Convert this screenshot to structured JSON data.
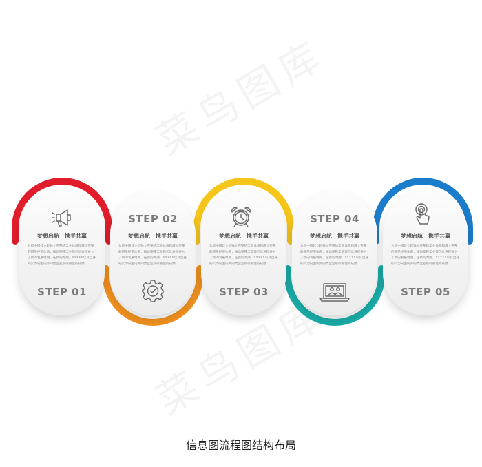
{
  "steps": [
    {
      "step_label": "STEP 01",
      "title": "梦想启航　携手共赢",
      "body": "为新中国建立起独立完整的工业体系和成立完整的国民经济体系，推动钢铁工业现代化进程进入了新的发展时期，在新的时期，XXXXX以其自身的实力向国内外同类企业取得最佳的成绩",
      "color": "#e11d2b",
      "icon": "megaphone-icon"
    },
    {
      "step_label": "STEP 02",
      "title": "梦想启航　携手共赢",
      "body": "为新中国建立起独立完整的工业体系和成立完整的国民经济体系，推动钢铁工业现代化进程进入了新的发展时期，在新的时期，XXXXX以其自身的实力向国内外同类企业取得最佳的成绩",
      "color": "#f0901e",
      "icon": "gear-check-icon"
    },
    {
      "step_label": "STEP 03",
      "title": "梦想启航　携手共赢",
      "body": "为新中国建立起独立完整的工业体系和成立完整的国民经济体系，推动钢铁工业现代化进程进入了新的发展时期，在新的时期，XXXXX以其自身的实力向国内外同类企业取得最佳的成绩",
      "color": "#f6c51a",
      "icon": "alarm-clock-icon"
    },
    {
      "step_label": "STEP 04",
      "title": "梦想启航　携手共赢",
      "body": "为新中国建立起独立完整的工业体系和成立完整的国民经济体系，推动钢铁工业现代化进程进入了新的发展时期，在新的时期，XXXXX以其自身的实力向国内外同类企业取得最佳的成绩",
      "color": "#19aba6",
      "icon": "laptop-icon"
    },
    {
      "step_label": "STEP 05",
      "title": "梦想启航　携手共赢",
      "body": "为新中国建立起独立完整的工业体系和成立完整的国民经济体系，推动钢铁工业现代化进程进入了新的发展时期，在新的时期，XXXXX以其自身的实力向国内外同类企业取得最佳的成绩",
      "color": "#1b7ccc",
      "icon": "touch-hand-icon"
    }
  ],
  "watermark": "菜鸟图库",
  "caption": "信息图流程图结构布局"
}
